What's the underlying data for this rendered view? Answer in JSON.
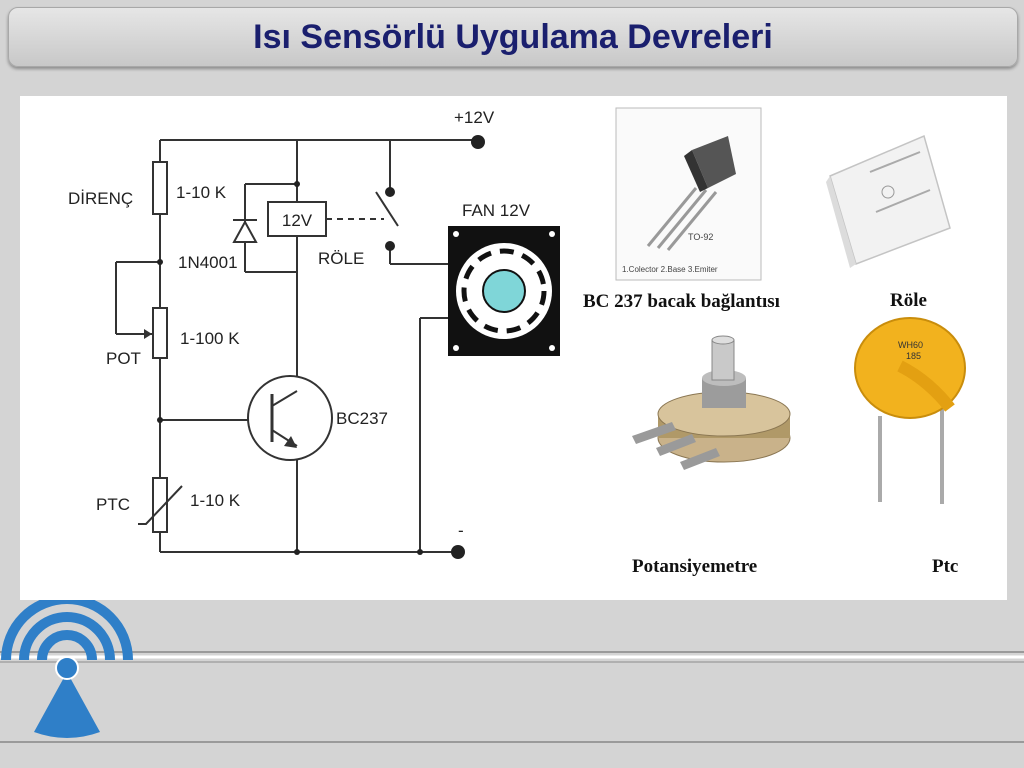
{
  "slide": {
    "title": "Isı Sensörlü Uygulama Devreleri"
  },
  "circuit": {
    "supply_plus": "+12V",
    "supply_minus": "-",
    "resistor_name": "DİRENÇ",
    "resistor_value": "1-10 K",
    "diode": "1N4001",
    "relay_voltage": "12V",
    "relay_name": "RÖLE",
    "fan": "FAN 12V",
    "pot_name": "POT",
    "pot_value": "1-100 K",
    "transistor": "BC237",
    "ptc_name": "PTC",
    "ptc_value": "1-10 K"
  },
  "components": {
    "transistor_caption": "BC 237 bacak bağlantısı",
    "transistor_package": "TO-92",
    "transistor_pins": "1.Colector  2.Base  3.Emiter",
    "relay_caption": "Röle",
    "pot_caption": "Potansiyemetre",
    "ptc_caption": "Ptc",
    "ptc_marking_1": "WH60",
    "ptc_marking_2": "185"
  },
  "colors": {
    "title_text": "#1a1f6e",
    "logo_blue": "#2f7fc8",
    "ptc_orange": "#f2b21e",
    "fan_center": "#7fd6d8"
  }
}
